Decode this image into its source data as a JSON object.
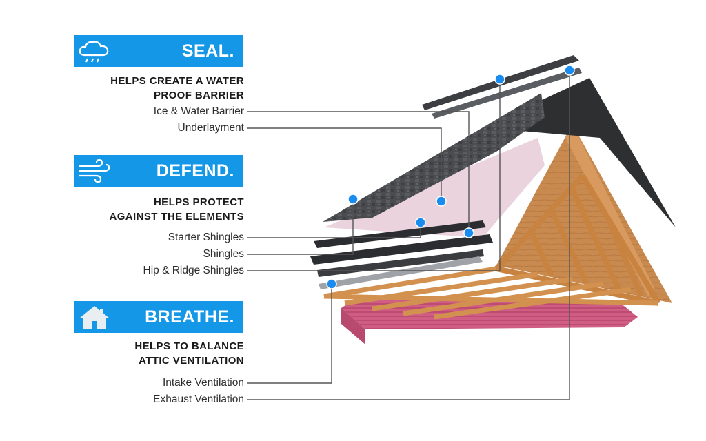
{
  "sections": [
    {
      "title": "SEAL.",
      "icon": "rain-cloud-icon",
      "description": [
        "HELPS CREATE A WATER",
        "PROOF BARRIER"
      ],
      "items": [
        "Ice & Water Barrier",
        "Underlayment"
      ]
    },
    {
      "title": "DEFEND.",
      "icon": "wind-icon",
      "description": [
        "HELPS PROTECT",
        "AGAINST THE ELEMENTS"
      ],
      "items": [
        "Starter Shingles",
        "Shingles",
        "Hip & Ridge Shingles"
      ]
    },
    {
      "title": "BREATHE.",
      "icon": "house-icon",
      "description": [
        "HELPS TO BALANCE",
        "ATTIC VENTILATION"
      ],
      "items": [
        "Intake Ventilation",
        "Exhaust Ventilation"
      ]
    }
  ],
  "colors": {
    "banner": "#1597e8",
    "marker": "#1a8cf0",
    "leader": "#555555",
    "shingle": "#4a4c4f",
    "wood": "#c98a4f",
    "insulation": "#c9527a"
  }
}
